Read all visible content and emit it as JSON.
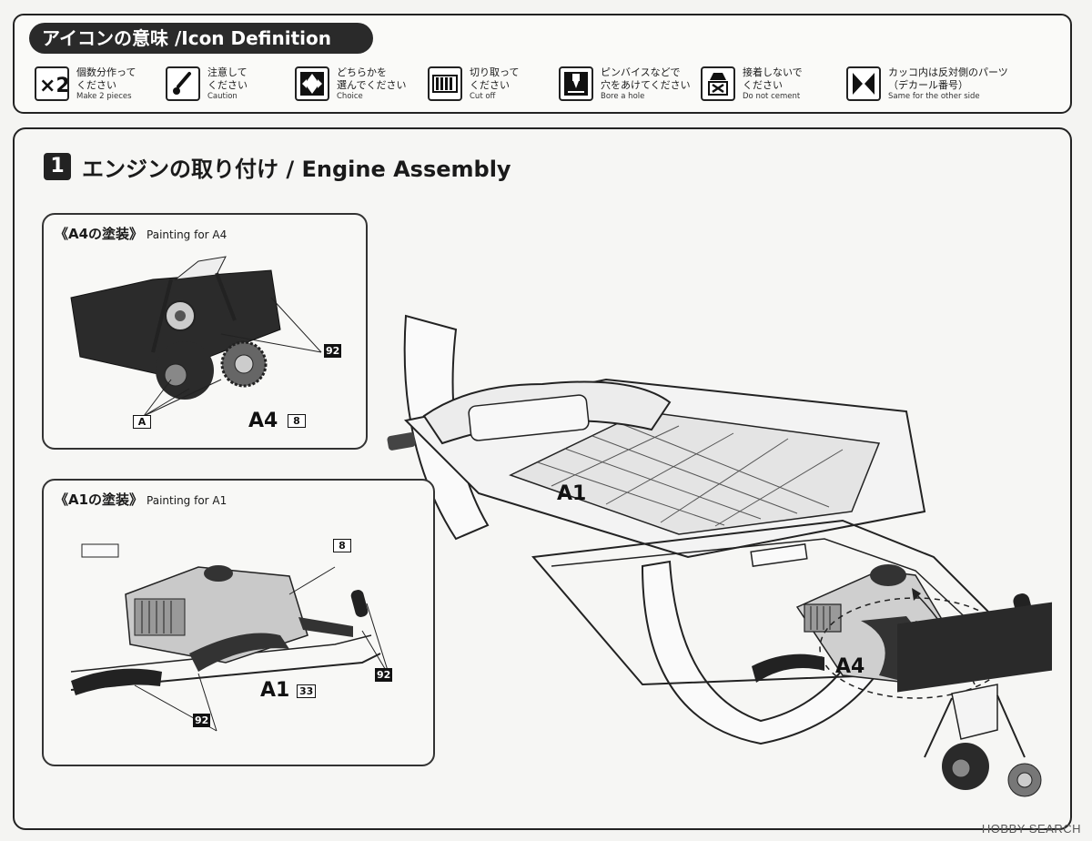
{
  "legend": {
    "title": "アイコンの意味 /Icon Definition",
    "items": [
      {
        "icon": "times-two-icon",
        "glyph": "×2",
        "jp": "個数分作って\nください",
        "en": "Make 2 pieces"
      },
      {
        "icon": "caution-icon",
        "jp": "注意して\nください",
        "en": "Caution"
      },
      {
        "icon": "choice-icon",
        "jp": "どちらかを\n選んでください",
        "en": "Choice"
      },
      {
        "icon": "cut-off-icon",
        "jp": "切り取って\nください",
        "en": "Cut off"
      },
      {
        "icon": "drill-icon",
        "jp": "ピンバイスなどで\n穴をあけてください",
        "en": "Bore a hole"
      },
      {
        "icon": "no-cement-icon",
        "jp": "接着しないで\nください",
        "en": "Do not cement"
      },
      {
        "icon": "mirror-icon",
        "jp": "カッコ内は反対側のパーツ\n（デカール番号）",
        "en": "Same for the other side"
      }
    ]
  },
  "step": {
    "number": "1",
    "title": "エンジンの取り付け / Engine Assembly",
    "painting_a4": {
      "title_jp": "《A4の塗装》",
      "title_en": "Painting for A4",
      "part_label": "A4",
      "part_color_num": "8",
      "marker_a": "A",
      "color_num": "92"
    },
    "painting_a1": {
      "title_jp": "《A1の塗装》",
      "title_en": "Painting for A1",
      "part_label": "A1",
      "part_color_num": "33",
      "color_num_top": "8",
      "color_num_right": "92",
      "color_num_bottom": "92"
    },
    "main": {
      "chassis_label": "A1",
      "engine_label": "A4"
    }
  },
  "watermark": "HOBBY SEARCH"
}
